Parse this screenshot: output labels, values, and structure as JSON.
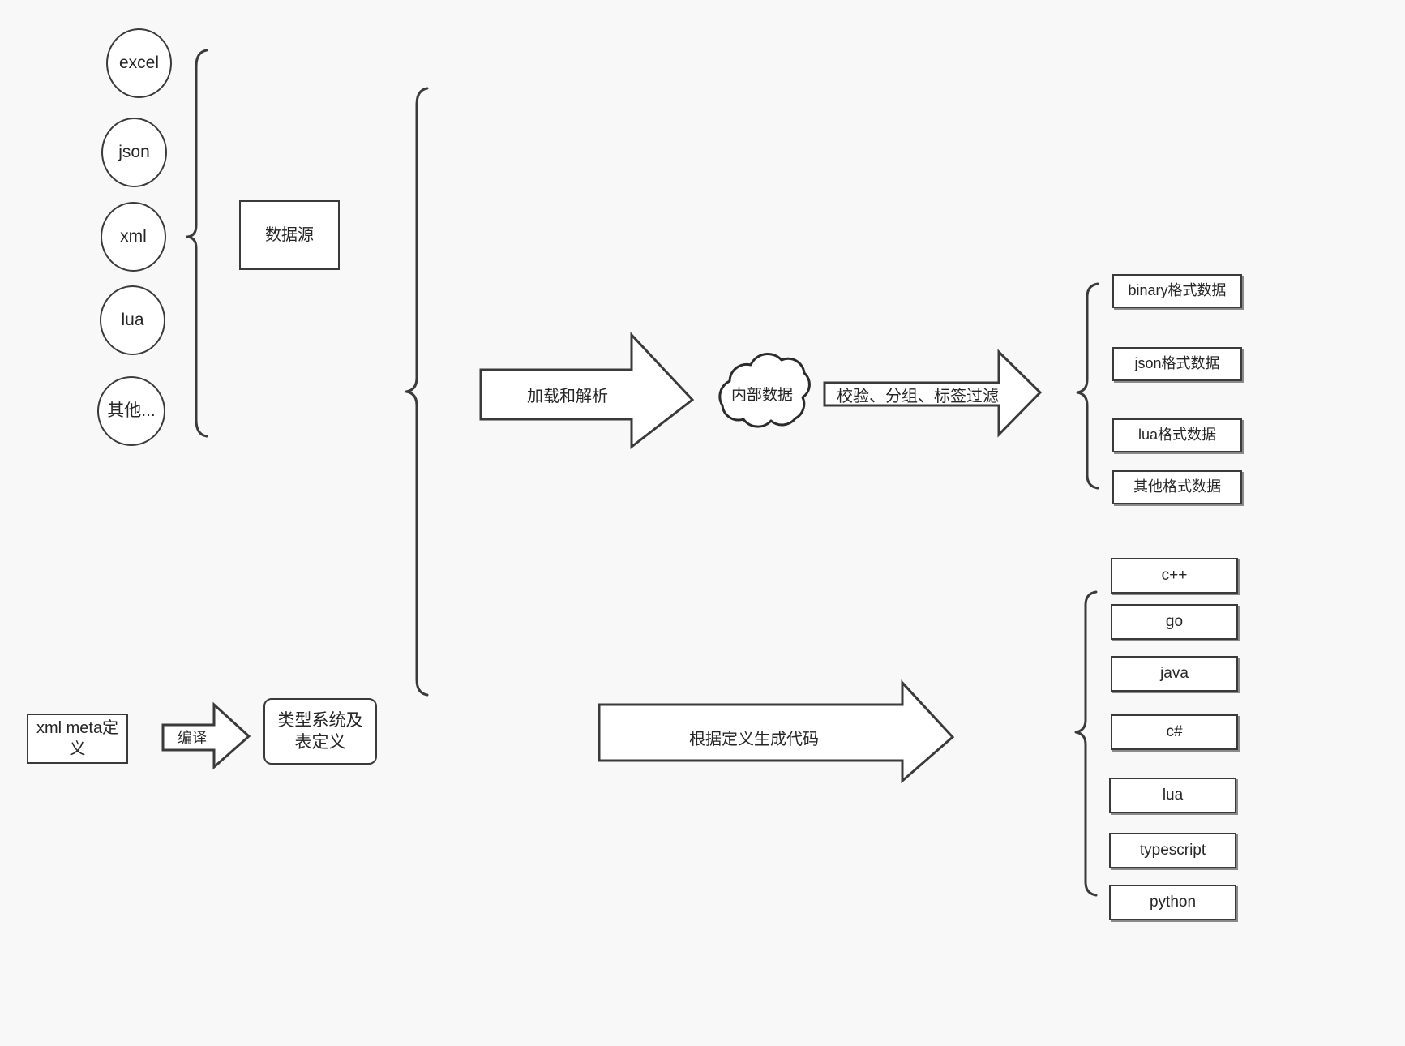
{
  "diagram": {
    "title": "data pipeline architecture diagram",
    "background_color": "#f8f8f8",
    "stroke_color": "#3a3a3a",
    "text_color": "#262626",
    "fill_color": "#ffffff"
  },
  "sources": {
    "group_label": "数据源",
    "items": [
      {
        "label": "excel"
      },
      {
        "label": "json"
      },
      {
        "label": "xml"
      },
      {
        "label": "lua"
      },
      {
        "label": "其他..."
      }
    ]
  },
  "meta": {
    "definition_label": "xml meta定义",
    "compile_label": "编译",
    "type_system_label": "类型系统及表定义"
  },
  "pipeline": {
    "load_parse_label": "加载和解析",
    "internal_data_label": "内部数据",
    "filter_label": "校验、分组、标签过滤",
    "codegen_label": "根据定义生成代码"
  },
  "outputs": {
    "data_formats": [
      {
        "label": "binary格式数据"
      },
      {
        "label": "json格式数据"
      },
      {
        "label": "lua格式数据"
      },
      {
        "label": "其他格式数据"
      }
    ],
    "languages": [
      {
        "label": "c++"
      },
      {
        "label": "go"
      },
      {
        "label": "java"
      },
      {
        "label": "c#"
      },
      {
        "label": "lua"
      },
      {
        "label": "typescript"
      },
      {
        "label": "python"
      }
    ]
  }
}
